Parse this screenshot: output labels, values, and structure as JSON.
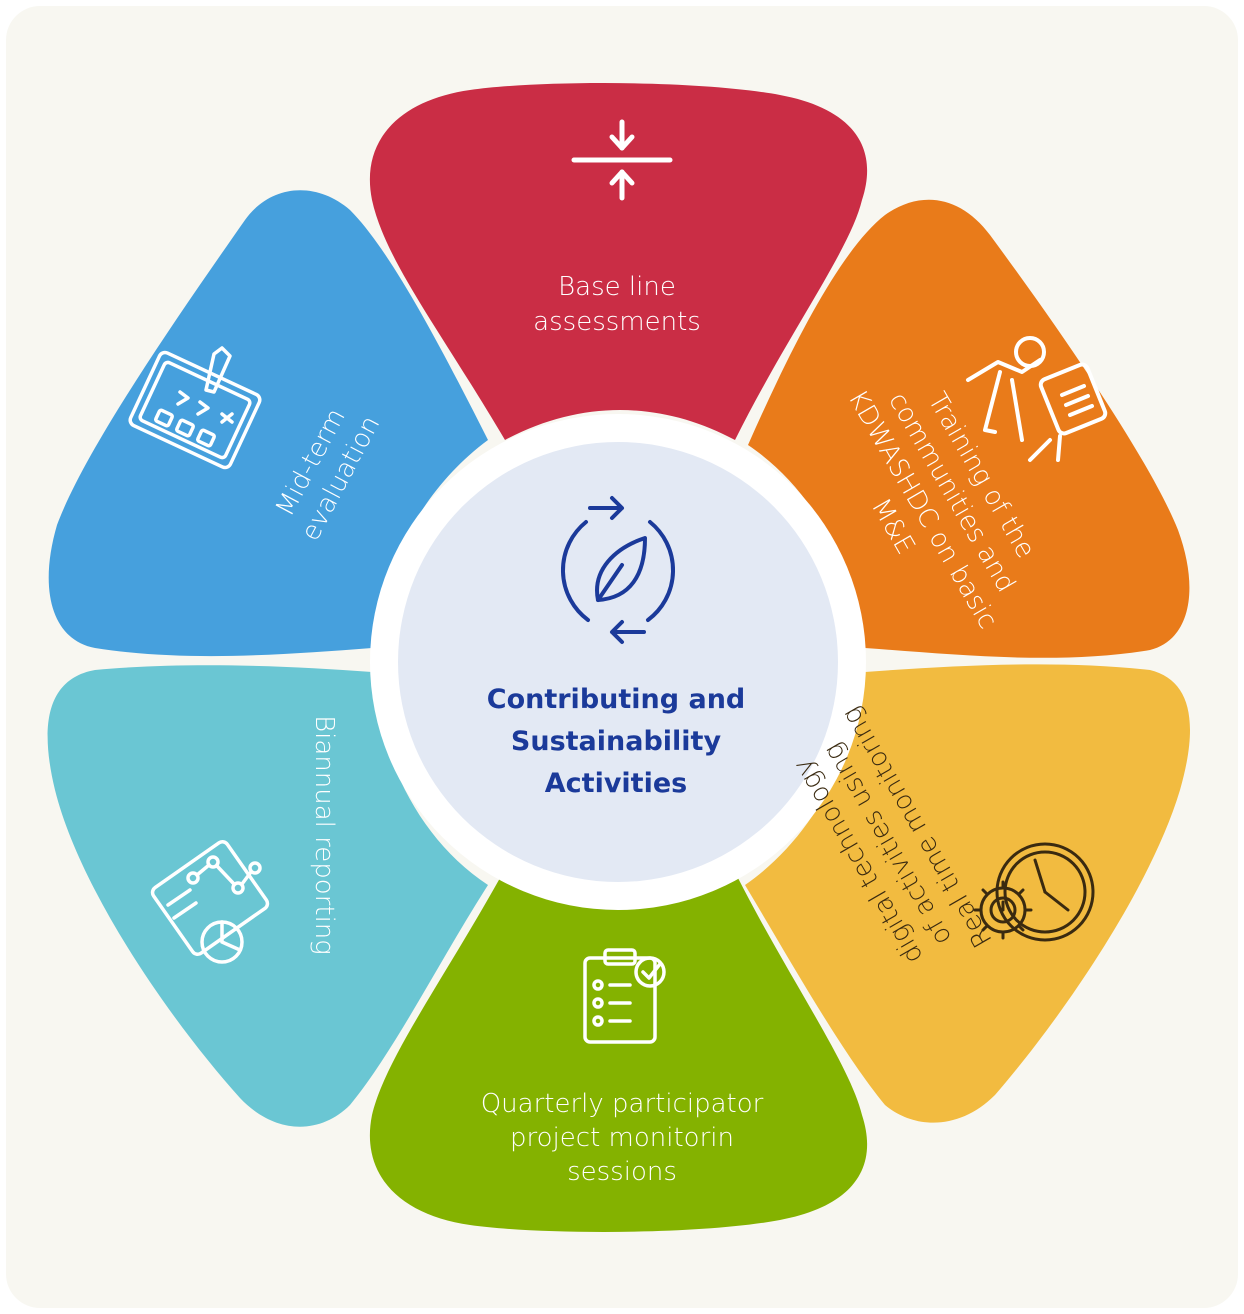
{
  "center": {
    "title_lines": [
      "Contributing and",
      "Sustainability",
      "Activities"
    ],
    "icon": "leaf-cycle-icon",
    "color": "#1b3a9a"
  },
  "segments": [
    {
      "key": "baseline",
      "lines": [
        "Base line",
        "assessments"
      ],
      "color": "#ca2d45",
      "icon": "compress-arrows-icon"
    },
    {
      "key": "training",
      "lines": [
        "Training of the",
        "communities and",
        "KDWASHDC on basic",
        "M&E"
      ],
      "color": "#e97b1a",
      "icon": "trainer-presentation-icon"
    },
    {
      "key": "realtime",
      "lines": [
        "Real time monitoring",
        "of activities using",
        "digital technology"
      ],
      "color": "#f2bb40",
      "icon": "gear-clock-icon"
    },
    {
      "key": "quarterly",
      "lines": [
        "Quarterly participator",
        "project monitorin",
        "sessions"
      ],
      "color": "#84b200",
      "icon": "checklist-clipboard-icon"
    },
    {
      "key": "biannual",
      "lines": [
        "Biannual reporting"
      ],
      "color": "#6ac6d3",
      "icon": "report-chart-icon"
    },
    {
      "key": "midterm",
      "lines": [
        "Mid-term",
        "evaluation"
      ],
      "color": "#46a0dd",
      "icon": "code-evaluation-icon"
    }
  ]
}
